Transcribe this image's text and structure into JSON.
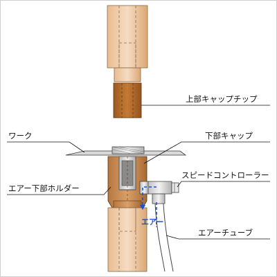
{
  "labels": {
    "upper_cap_tip": "上部キャップチップ",
    "work": "ワーク",
    "lower_cap": "下部キャップ",
    "speed_controller": "スピードコントローラー",
    "air_lower_holder": "エアー下部ホルダー",
    "air": "エアー",
    "air_tube": "エアーチューブ"
  },
  "colors": {
    "copper_light": "#f2d7bb",
    "copper": "#e6b98d",
    "copper_dark": "#c98b52",
    "tip_brown": "#b56a2a",
    "air_blue": "#1a4fd6",
    "outline": "#333333"
  }
}
